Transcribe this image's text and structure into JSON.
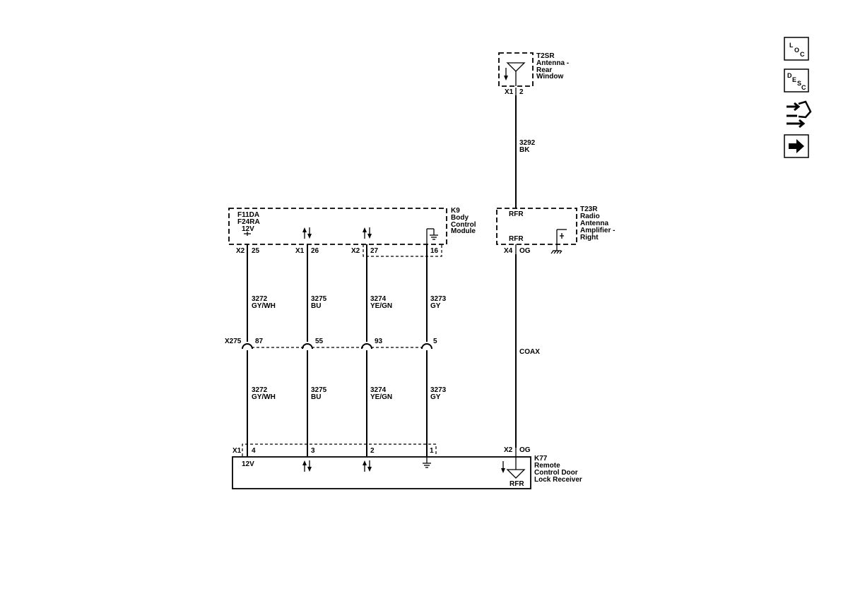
{
  "components": {
    "t2sr": {
      "id": "T2SR",
      "name": [
        "Antenna -",
        "Rear",
        "Window"
      ],
      "connector": "X1",
      "pin": "2"
    },
    "k9": {
      "id": "K9",
      "name": [
        "Body",
        "Control",
        "Module"
      ],
      "fuse": [
        "F11DA",
        "F24RA",
        "12V"
      ],
      "pins": [
        {
          "connector": "X2",
          "pin": "25"
        },
        {
          "connector": "X1",
          "pin": "26"
        },
        {
          "connector": "X2",
          "pin": "27"
        },
        {
          "connector": "",
          "pin": "16"
        }
      ]
    },
    "t23r": {
      "id": "T23R",
      "name": [
        "Radio",
        "Antenna",
        "Amplifier -",
        "Right"
      ],
      "rfr_top": "RFR",
      "rfr_bottom": "RFR",
      "connector": "X4",
      "pin": "OG"
    },
    "x275": {
      "id": "X275",
      "pins": [
        "87",
        "55",
        "93",
        "5"
      ]
    },
    "k77": {
      "id": "K77",
      "name": [
        "Remote",
        "Control Door",
        "Lock Receiver"
      ],
      "connector": "X1",
      "pins": [
        "4",
        "3",
        "2",
        "1"
      ],
      "power_label": "12V",
      "rf_connector": "X2",
      "rf_pin": "OG",
      "rfr": "RFR"
    }
  },
  "wires": {
    "rear_antenna": {
      "circuit": "3292",
      "color": "BK"
    },
    "coax": {
      "label": "COAX"
    },
    "upper": [
      {
        "circuit": "3272",
        "color": "GY/WH"
      },
      {
        "circuit": "3275",
        "color": "BU"
      },
      {
        "circuit": "3274",
        "color": "YE/GN"
      },
      {
        "circuit": "3273",
        "color": "GY"
      }
    ],
    "lower": [
      {
        "circuit": "3272",
        "color": "GY/WH"
      },
      {
        "circuit": "3275",
        "color": "BU"
      },
      {
        "circuit": "3274",
        "color": "YE/GN"
      },
      {
        "circuit": "3273",
        "color": "GY"
      }
    ]
  },
  "nav_icons": [
    {
      "name": "loc-icon",
      "letters": [
        "L",
        "O",
        "C"
      ]
    },
    {
      "name": "desc-icon",
      "letters": [
        "D",
        "E",
        "S",
        "C"
      ]
    },
    {
      "name": "connector-pinout-icon"
    },
    {
      "name": "next-arrow-icon"
    }
  ]
}
